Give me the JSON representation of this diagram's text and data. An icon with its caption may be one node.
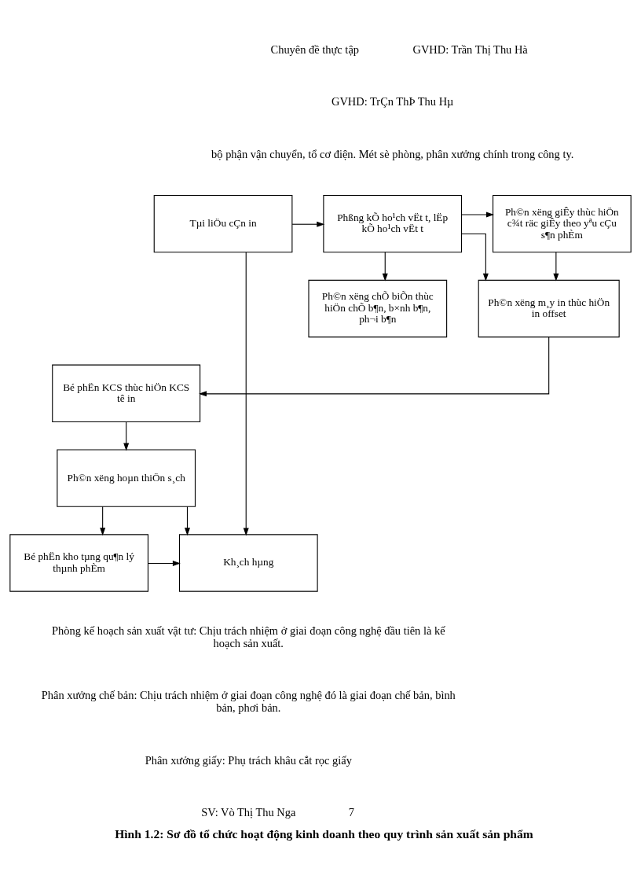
{
  "diagram": {
    "caption": "Hình 1.2: Sơ đồ tổ chức hoạt động kinh doanh theo quy trình sản xuất sản phẩm",
    "nodes": [
      {
        "text": [
          "Tµi liÖu cÇn in"
        ]
      },
      {
        "text": [
          "Phßng kÕ ho¹ch vËt t, lËp kÕ ho¹ch vËt t"
        ]
      },
      {
        "text": [
          "Ph©n xëng giÊy thùc hiÖn c¾t räc giÊy theo yªu cÇu s¶n phÈm"
        ]
      },
      {
        "text": [
          "Ph©n xëng chÕ biÕn thùc hiÖn chÕ b¶n, b×nh b¶n, ph¬i b¶n"
        ]
      },
      {
        "text": [
          "Ph©n xëng m¸y in thùc hiÖn in offset"
        ]
      },
      {
        "text": [
          "Bé phËn KCS thùc hiÖn KCS tê in"
        ]
      },
      {
        "text": [
          "Ph©n xëng hoµn thiÖn s¸ch"
        ]
      },
      {
        "text": [
          "Kh¸ch hµng"
        ]
      },
      {
        "text": [
          "Bé phËn kho tµng qu¶n lý thµnh phÈm"
        ]
      }
    ],
    "edges": [
      {
        "from": 0,
        "to": 1,
        "arrow": "to"
      },
      {
        "from": 1,
        "to": 2,
        "arrow": "to"
      },
      {
        "from": 1,
        "to": 3,
        "arrow": "to"
      },
      {
        "from": 1,
        "to": 4,
        "arrow": "to"
      },
      {
        "from": 2,
        "to": 4,
        "arrow": "to"
      },
      {
        "from": 4,
        "to": 5,
        "arrow": "to"
      },
      {
        "from": 5,
        "to": 6,
        "arrow": "to"
      },
      {
        "from": 6,
        "to": 7,
        "arrow": "to"
      },
      {
        "from": 6,
        "to": 8,
        "arrow": "to"
      },
      {
        "from": 8,
        "to": 7,
        "arrow": "to"
      },
      {
        "from": 0,
        "to": 7,
        "arrow": "to"
      }
    ],
    "labels": [
      "Chuyên đề thực tập",
      "GVHD: Trần Thị Thu Hà",
      "GVHD: TrÇn ThÞ Thu Hµ",
      "bộ phận vận chuyển, tổ cơ điện. Mét sè phòng, phân xưởng chính trong công ty.",
      "Phòng kế hoạch sản xuất vật tư: Chịu trách nhiệm ở giai đoạn công nghệ đầu tiên là kế hoạch sản xuất.",
      "Phân xưởng chế bản: Chịu trách nhiệm ở giai đoạn công nghệ đó là giai đoạn chế bản, bình bản, phơi bản.",
      "Phân xưởng giấy: Phụ trách khâu cắt rọc giấy",
      "SV: Vò Thị Thu Nga",
      "7"
    ]
  }
}
